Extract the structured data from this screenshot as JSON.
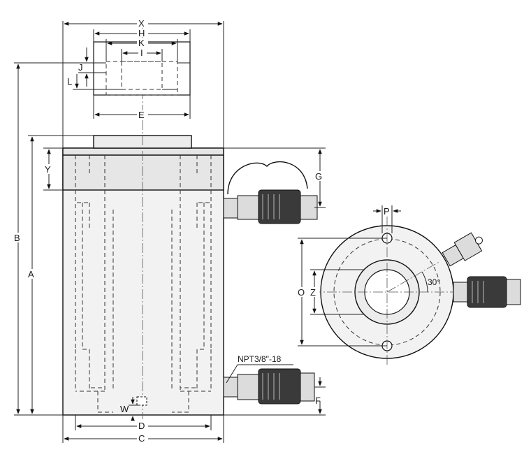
{
  "diagram": {
    "labels": {
      "x": "X",
      "h": "H",
      "k": "K",
      "i": "I",
      "j": "J",
      "l": "L",
      "e": "E",
      "b": "B",
      "a": "A",
      "y": "Y",
      "g": "G",
      "w": "W",
      "d": "D",
      "c": "C",
      "f": "F",
      "p": "P",
      "o": "O",
      "z": "Z",
      "angle": "30°",
      "thread": "NPT3/8\"-18"
    }
  },
  "colors": {
    "line": "#111111",
    "fill": "#dcdcdc",
    "fitting": "#3a3a3a",
    "background": "#ffffff"
  }
}
